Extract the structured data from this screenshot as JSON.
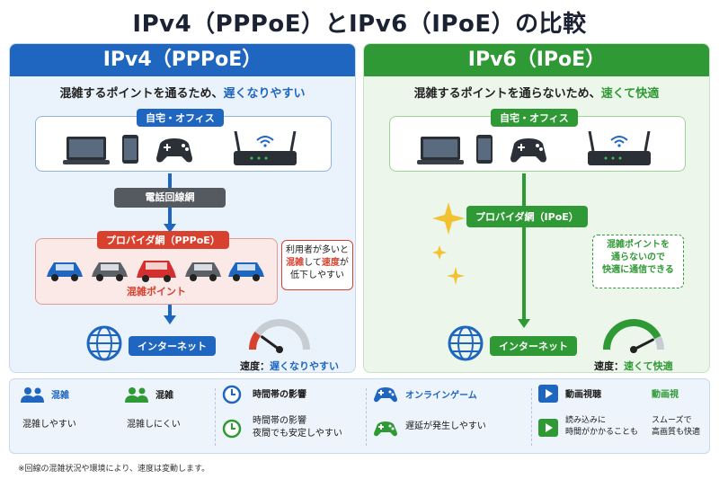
{
  "title": "IPv4（PPPoE）とIPv6（IPoE）の比較",
  "left": {
    "header": "IPv4（PPPoE）",
    "subtitle_prefix": "混雑するポイントを通るため、",
    "subtitle_highlight": "遅くなりやすい",
    "home_label": "自宅・オフィス",
    "phone_network": "電話回線網",
    "provider_label": "プロバイダ網（PPPoE）",
    "congestion_label": "混雑ポイント",
    "bubble_line1": "利用者が多いと",
    "bubble_line2_a": "混雑",
    "bubble_line2_b": "して",
    "bubble_line2_c": "速度",
    "bubble_line2_d": "が",
    "bubble_line3": "低下しやすい",
    "internet_label": "インターネット",
    "speed_prefix": "速度：",
    "speed_value": "遅くなりやすい",
    "gauge_level": 0.2,
    "accent": "#1f66c1"
  },
  "right": {
    "header": "IPv6（IPoE）",
    "subtitle_prefix": "混雑するポイントを通らないため、",
    "subtitle_highlight": "速くて快適",
    "home_label": "自宅・オフィス",
    "provider_label": "プロバイダ網（IPoE）",
    "bubble_line1": "混雑ポイントを",
    "bubble_line2": "通らないので",
    "bubble_line3": "快適に通信できる",
    "internet_label": "インターネット",
    "speed_prefix": "速度：",
    "speed_value": "速くて快適",
    "gauge_level": 0.85,
    "accent": "#2f9a35"
  },
  "legend": [
    {
      "head": "混雑",
      "top": "",
      "bottom": "混雑しやすい",
      "icon": "people-icon",
      "color": "#1f66c1"
    },
    {
      "head": "混雑",
      "top": "",
      "bottom": "混雑しにくい",
      "icon": "people-icon",
      "color": "#2f9a35"
    },
    {
      "head": "時間帯の影響",
      "top": "",
      "bottom_1": "時間帯の影響",
      "bottom_2": "夜間でも安定しやすい",
      "icon": "clock-icon"
    },
    {
      "head": "オンラインゲーム",
      "bottom": "遅延が発生しやすい",
      "icon": "gamepad-icon"
    },
    {
      "head": "動画視聴",
      "bottom_1": "読み込みに",
      "bottom_2": "時間がかかることも",
      "icon": "play-icon"
    },
    {
      "head": "動画視",
      "bottom_1": "スムーズで",
      "bottom_2": "高画質も快適"
    }
  ],
  "footnote": "※回線の混雑状況や環境により、速度は変動します。"
}
